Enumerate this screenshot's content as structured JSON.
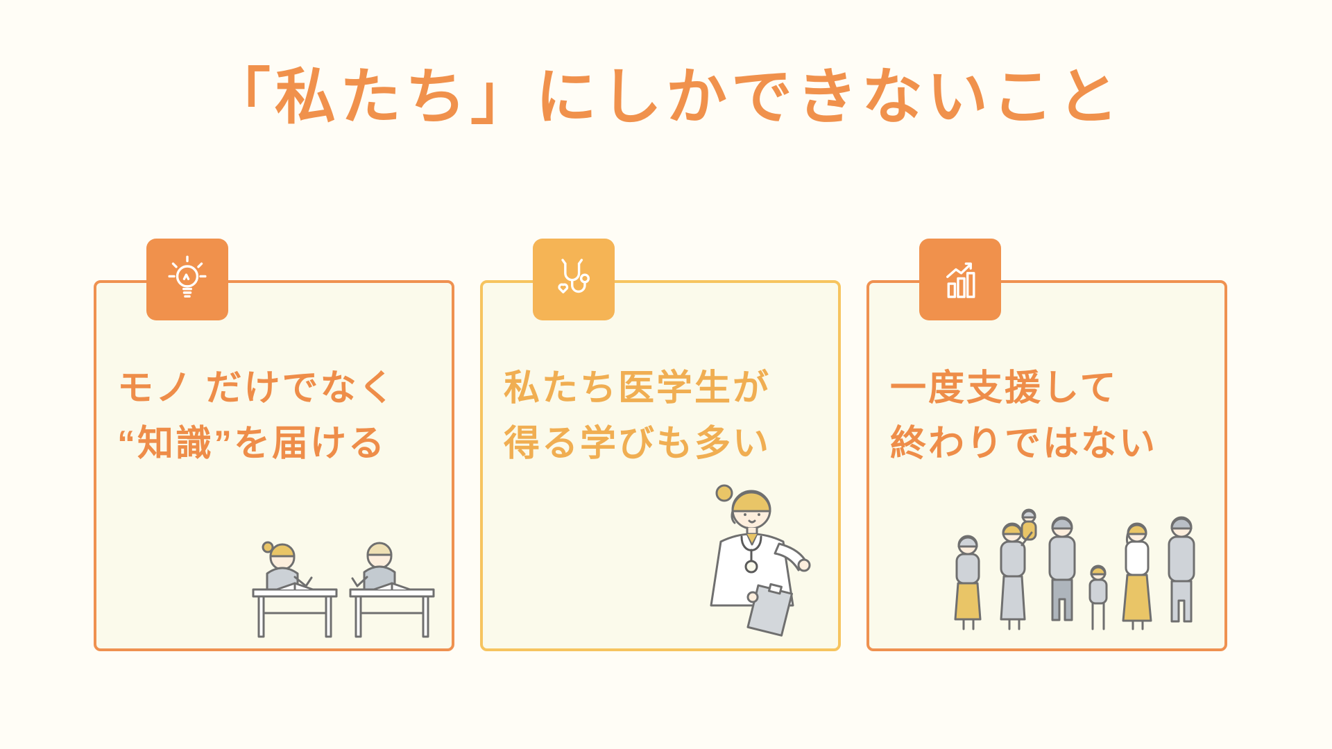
{
  "slide": {
    "title": "「私たち」にしかできないこと",
    "cards": [
      {
        "id": "knowledge",
        "icon": "lightbulb-icon",
        "line1": "モノ だけでなく",
        "line2": "“知識”を届ける",
        "illustration": "two-students-studying-at-desks"
      },
      {
        "id": "medical-students",
        "icon": "stethoscope-heart-icon",
        "line1": "私たち医学生が",
        "line2": "得る学びも多い",
        "illustration": "female-doctor-with-clipboard"
      },
      {
        "id": "ongoing-support",
        "icon": "growth-chart-icon",
        "line1": "一度支援して",
        "line2": "終わりではない",
        "illustration": "multi-generation-family-group"
      }
    ],
    "colors": {
      "background": "#fffdf6",
      "card_background": "#fbfaeb",
      "accent_orange": "#f0914c",
      "accent_amber": "#f5b455",
      "amber_border": "#f6c45f",
      "text_orange": "#ee8d49",
      "text_amber": "#f0ae52"
    }
  }
}
